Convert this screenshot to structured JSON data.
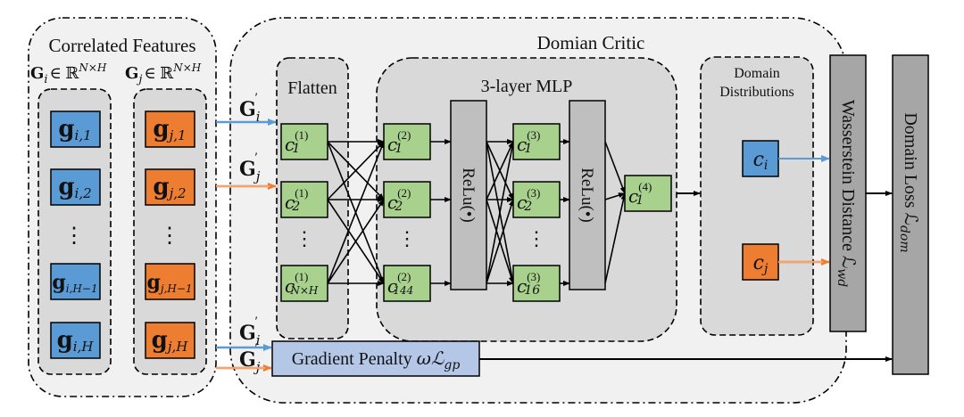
{
  "colors": {
    "blue": "#5b9bd5",
    "orange": "#ed7d31",
    "green": "#a9d18e",
    "gp_fill": "#b4c7e7",
    "outer_fill": "#f1f1f1",
    "inner_fill": "#d9d9d9",
    "relu_fill": "#bfbfbf",
    "bar_fill": "#a6a6a6"
  },
  "correlated": {
    "title": "Correlated Features",
    "gi_label": "G",
    "gi_sub": "i",
    "gj_label": "G",
    "gj_sub": "j",
    "space": "∈ ℝ",
    "space_sup": "N×H",
    "left_items": [
      {
        "main": "g",
        "sub": "i,1"
      },
      {
        "main": "g",
        "sub": "i,2"
      },
      {
        "main": "g",
        "sub": "i,H−1"
      },
      {
        "main": "g",
        "sub": "i,H"
      }
    ],
    "right_items": [
      {
        "main": "g",
        "sub": "j,1"
      },
      {
        "main": "g",
        "sub": "j,2"
      },
      {
        "main": "g",
        "sub": "j,H−1"
      },
      {
        "main": "g",
        "sub": "j,H"
      }
    ],
    "ellipsis": "⋮"
  },
  "arrows": {
    "gi_prime": "G",
    "gi_prime_sub": "i",
    "gj_prime": "G",
    "gj_prime_sub": "j",
    "prime": "′"
  },
  "critic": {
    "title": "Domian Critic",
    "flatten": {
      "title": "Flatten",
      "nodes": [
        {
          "main": "c",
          "sup": "(1)",
          "sub": "1"
        },
        {
          "main": "c",
          "sup": "(1)",
          "sub": "2"
        },
        {
          "main": "c",
          "sup": "(1)",
          "sub": "N×H"
        }
      ]
    },
    "mlp": {
      "title": "3-layer MLP",
      "layer2": [
        {
          "main": "c",
          "sup": "(2)",
          "sub": "1"
        },
        {
          "main": "c",
          "sup": "(2)",
          "sub": "2"
        },
        {
          "main": "c",
          "sup": "(2)",
          "sub": "144"
        }
      ],
      "layer3": [
        {
          "main": "c",
          "sup": "(3)",
          "sub": "1"
        },
        {
          "main": "c",
          "sup": "(3)",
          "sub": "2"
        },
        {
          "main": "c",
          "sup": "(3)",
          "sub": "16"
        }
      ],
      "output": {
        "main": "c",
        "sup": "(4)",
        "sub": "1"
      },
      "relu1": "ReLu(•)",
      "relu2": "ReLu(•)"
    },
    "distributions": {
      "title_line1": "Domain",
      "title_line2": "Distributions",
      "ci": {
        "main": "c",
        "sub": "i"
      },
      "cj": {
        "main": "c",
        "sub": "j"
      }
    },
    "wasserstein": "Wasserstein Distance ℒ",
    "wasserstein_sub": "wd",
    "domain_loss": "Domain Loss ℒ",
    "domain_loss_sub": "dom",
    "gradient_penalty": "Gradient Penalty ",
    "gp_math": "ωℒ",
    "gp_sub": "gp"
  }
}
